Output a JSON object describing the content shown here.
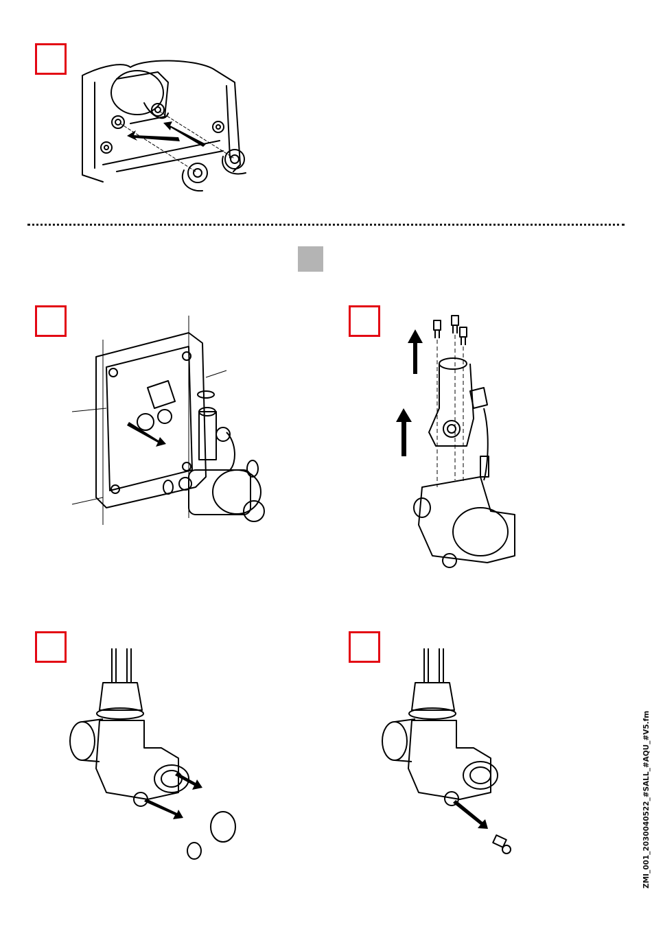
{
  "document": {
    "file_reference": "ZMI_001_2030040522_#SALL_#AQU_#V5.fm"
  },
  "steps": [
    {
      "name": "step-1",
      "illustration": "tighten-screws-with-washers"
    },
    {
      "name": "step-2",
      "illustration": "remove-valve-unit-from-frame"
    },
    {
      "name": "step-3",
      "illustration": "unscrew-and-lift-upper-module"
    },
    {
      "name": "step-4",
      "illustration": "remove-o-rings"
    },
    {
      "name": "step-5",
      "illustration": "remove-filter-insert"
    }
  ],
  "colors": {
    "step_box_border": "#e30613",
    "separator_square": "#b4b4b4",
    "line_art": "#000000"
  }
}
